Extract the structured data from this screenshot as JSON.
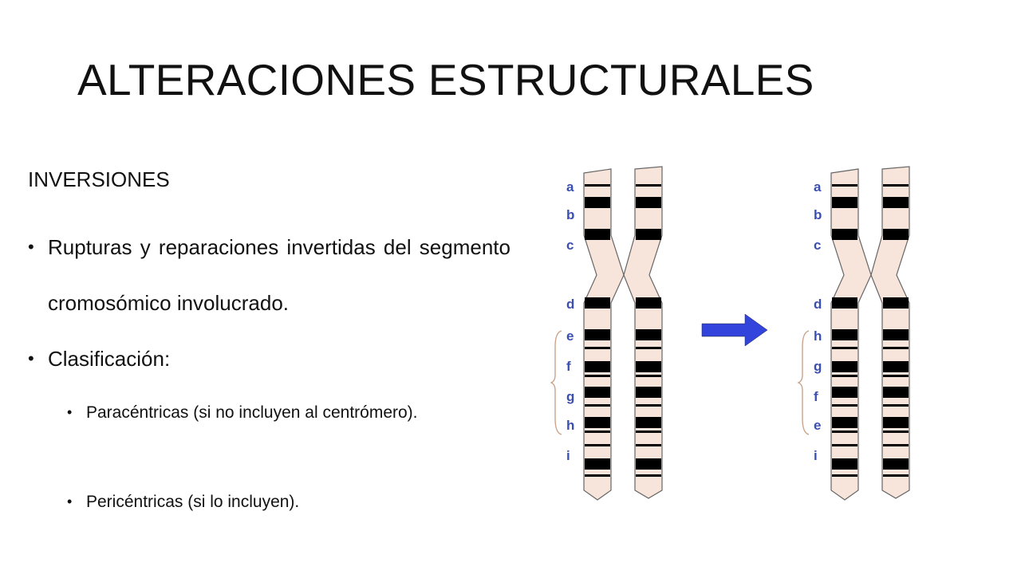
{
  "slide": {
    "title": "ALTERACIONES ESTRUCTURALES",
    "heading": "INVERSIONES",
    "bullets": [
      "Rupturas y reparaciones invertidas del segmento cromosómico involucrado.",
      "Clasificación:"
    ],
    "sub_bullets": [
      "Paracéntricas (si no incluyen al centrómero).",
      "Pericéntricas (si lo incluyen)."
    ],
    "bullet_glyph": "•"
  },
  "figure": {
    "before_labels": [
      "a",
      "b",
      "c",
      "d",
      "e",
      "f",
      "g",
      "h",
      "i"
    ],
    "after_labels": [
      "a",
      "b",
      "c",
      "d",
      "h",
      "g",
      "f",
      "e",
      "i"
    ],
    "label_color": "#3b4fb0",
    "chromatid_fill": "#f7e4da",
    "band_color": "#000000",
    "arrow_color": "#3344dd",
    "brace_color": "#c9a48a"
  }
}
